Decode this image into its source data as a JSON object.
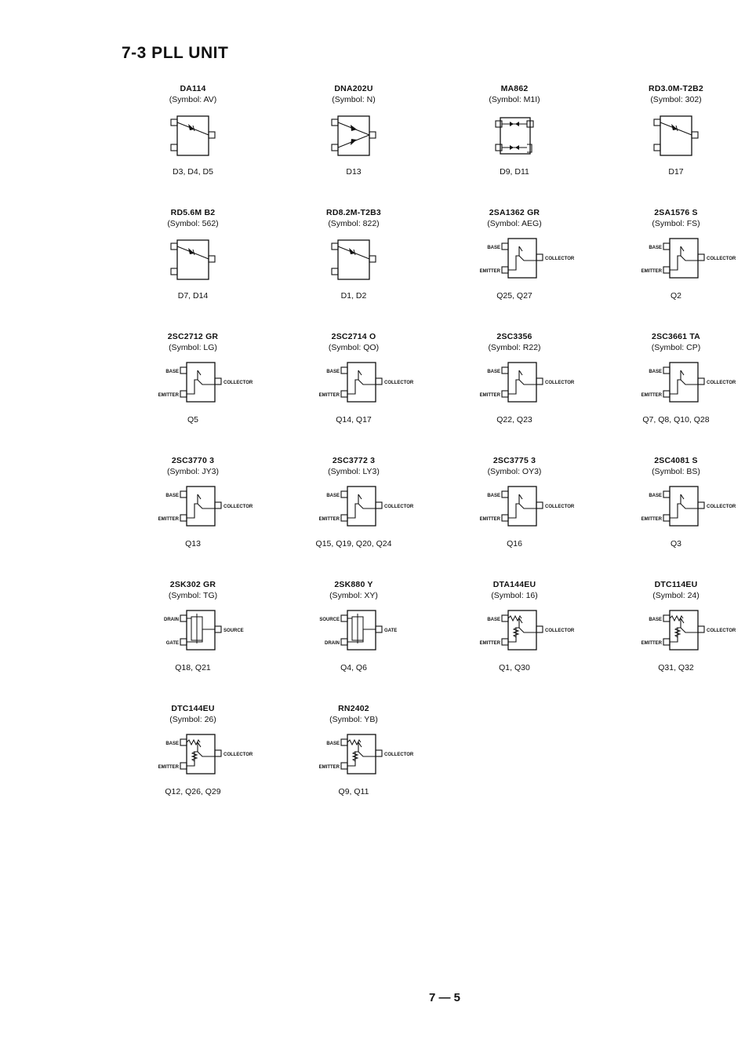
{
  "page": {
    "title": "7-3 PLL UNIT",
    "page_number": "7 — 5"
  },
  "components": [
    {
      "part": "DA114",
      "symbol": "(Symbol: AV)",
      "refs": "D3, D4, D5",
      "kind": "diode"
    },
    {
      "part": "DNA202U",
      "symbol": "(Symbol: N)",
      "refs": "D13",
      "kind": "dual-diode"
    },
    {
      "part": "MA862",
      "symbol": "(Symbol: M1I)",
      "refs": "D9, D11",
      "kind": "diode-pair"
    },
    {
      "part": "RD3.0M-T2B2",
      "symbol": "(Symbol: 302)",
      "refs": "D17",
      "kind": "diode"
    },
    {
      "part": "RD5.6M B2",
      "symbol": "(Symbol: 562)",
      "refs": "D7, D14",
      "kind": "diode"
    },
    {
      "part": "RD8.2M-T2B3",
      "symbol": "(Symbol: 822)",
      "refs": "D1, D2",
      "kind": "diode"
    },
    {
      "part": "2SA1362 GR",
      "symbol": "(Symbol: AEG)",
      "refs": "Q25, Q27",
      "kind": "transistor"
    },
    {
      "part": "2SA1576 S",
      "symbol": "(Symbol: FS)",
      "refs": "Q2",
      "kind": "transistor"
    },
    {
      "part": "2SC2712 GR",
      "symbol": "(Symbol: LG)",
      "refs": "Q5",
      "kind": "transistor"
    },
    {
      "part": "2SC2714 O",
      "symbol": "(Symbol: QO)",
      "refs": "Q14, Q17",
      "kind": "transistor"
    },
    {
      "part": "2SC3356",
      "symbol": "(Symbol: R22)",
      "refs": "Q22, Q23",
      "kind": "transistor"
    },
    {
      "part": "2SC3661 TA",
      "symbol": "(Symbol: CP)",
      "refs": "Q7, Q8, Q10, Q28",
      "kind": "transistor"
    },
    {
      "part": "2SC3770 3",
      "symbol": "(Symbol: JY3)",
      "refs": "Q13",
      "kind": "transistor"
    },
    {
      "part": "2SC3772 3",
      "symbol": "(Symbol: LY3)",
      "refs": "Q15, Q19, Q20, Q24",
      "kind": "transistor"
    },
    {
      "part": "2SC3775 3",
      "symbol": "(Symbol: OY3)",
      "refs": "Q16",
      "kind": "transistor"
    },
    {
      "part": "2SC4081 S",
      "symbol": "(Symbol: BS)",
      "refs": "Q3",
      "kind": "transistor"
    },
    {
      "part": "2SK302 GR",
      "symbol": "(Symbol: TG)",
      "refs": "Q18, Q21",
      "kind": "fet-a"
    },
    {
      "part": "2SK880 Y",
      "symbol": "(Symbol: XY)",
      "refs": "Q4, Q6",
      "kind": "fet-b"
    },
    {
      "part": "DTA144EU",
      "symbol": "(Symbol: 16)",
      "refs": "Q1, Q30",
      "kind": "digital-transistor"
    },
    {
      "part": "DTC114EU",
      "symbol": "(Symbol: 24)",
      "refs": "Q31, Q32",
      "kind": "digital-transistor"
    },
    {
      "part": "DTC144EU",
      "symbol": "(Symbol: 26)",
      "refs": "Q12, Q26, Q29",
      "kind": "digital-transistor"
    },
    {
      "part": "RN2402",
      "symbol": "(Symbol: YB)",
      "refs": "Q9, Q11",
      "kind": "digital-transistor"
    }
  ],
  "pin_labels": {
    "base": "BASE",
    "emitter": "EMITTER",
    "collector": "COLLECTOR",
    "drain": "DRAIN",
    "gate": "GATE",
    "source": "SOURCE"
  }
}
